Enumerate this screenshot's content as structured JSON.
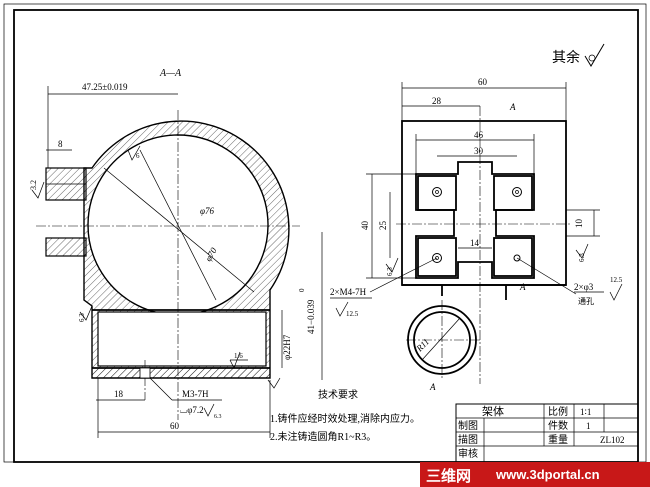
{
  "section_label": "A—A",
  "roughness_note": "其余",
  "left_view": {
    "dims": {
      "top_offset": "47.25±0.019",
      "tab_width": "8",
      "tab_h": "3.2",
      "dia_outer": "φ76",
      "dia_inner": "φ70",
      "height": "41−0.039",
      "height_zero": "0",
      "bore": "φ22H7",
      "rough_16": "1.6",
      "rough_63": "6.3",
      "rough_6": "6",
      "base_left": "18",
      "thread": "M3-7H",
      "cbore": "⌴φ7.2",
      "width_total": "60"
    }
  },
  "right_view": {
    "dims": {
      "width": "60",
      "w28": "28",
      "w46": "46",
      "w30": "30",
      "h40": "40",
      "h25": "25",
      "w14": "14",
      "h10": "10",
      "thread": "2×M4-7H",
      "rough_125": "12.5",
      "holes": "2×φ3",
      "through": "通孔",
      "rough_125b": "12.5",
      "r11": "R11",
      "rough_63": "6.3",
      "rough_63b": "6.3",
      "sec_a": "A",
      "sec_a2": "A",
      "sec_a3": "A"
    }
  },
  "notes": {
    "heading": "技术要求",
    "items": [
      "1.铸件应经时效处理,消除内应力。",
      "2.未注铸造圆角R1~R3。"
    ]
  },
  "title_block": {
    "part_name": "架体",
    "scale_label": "比例",
    "scale_value": "1∶1",
    "drawn": "制图",
    "qty_label": "件数",
    "qty_value": "1",
    "traced": "描图",
    "weight_label": "重量",
    "drawing_no": "ZL102",
    "checked": "审核"
  },
  "watermark": {
    "brand": "三维网",
    "url": "www.3dportal.cn"
  }
}
